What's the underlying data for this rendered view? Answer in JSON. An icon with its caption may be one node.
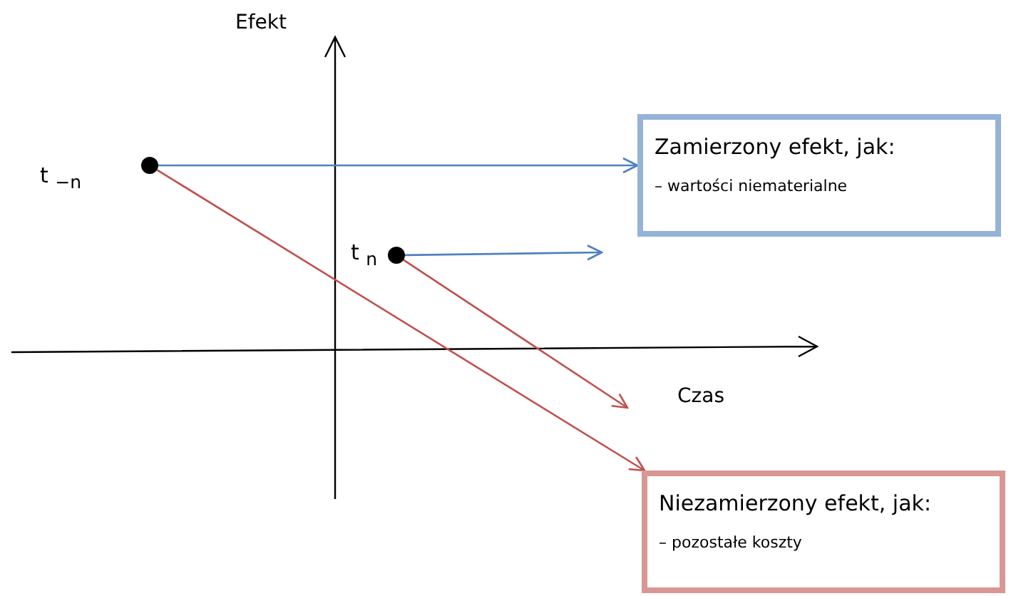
{
  "diagram": {
    "nodes": [
      {
        "text": [],
        "shape": "circle",
        "beside": [
          "t $_{−n}$"
        ]
      },
      {
        "text": [],
        "shape": "circle",
        "beside": [
          "t $_{n}$"
        ]
      },
      {
        "text": [
          "Zamierzony efekt, jak:",
          "– wartości niematerialne"
        ]
      },
      {
        "text": [
          "Niezamierzony efekt, jak:",
          "– pozostałe koszty"
        ]
      }
    ],
    "edges": [
      {
        "from": 0,
        "to": 2,
        "arrow": "to",
        "color": "#4f81bd"
      },
      {
        "from": 1,
        "to": null,
        "arrow": "to",
        "color": "#4f81bd"
      },
      {
        "from": 0,
        "to": 3,
        "arrow": "to",
        "color": "#c0504d"
      },
      {
        "from": 1,
        "to": null,
        "arrow": "to",
        "color": "#c0504d"
      }
    ],
    "labels": [
      "Efekt",
      "Czas"
    ]
  }
}
